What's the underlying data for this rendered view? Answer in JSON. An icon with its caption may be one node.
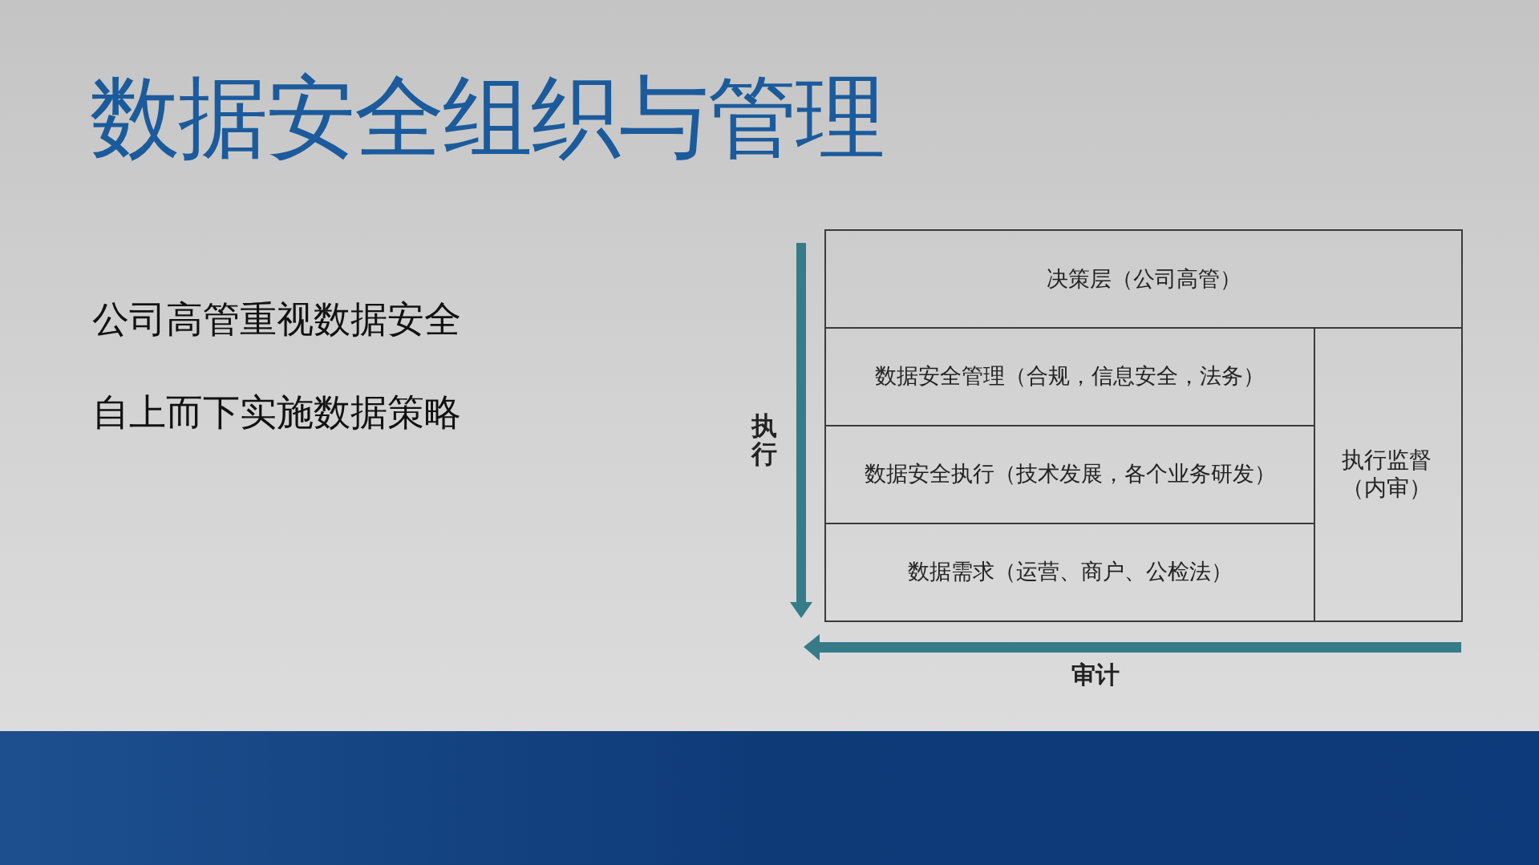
{
  "diagram": {
    "title": "数据安全组织与管理",
    "nodes": [
      {
        "text": [
          "决策层（公司高管）"
        ]
      },
      {
        "text": [
          "数据安全管理（合规，信息安全，法务）"
        ]
      },
      {
        "text": [
          "数据安全执行（技术发展，各个业务研发）"
        ]
      },
      {
        "text": [
          "数据需求（运营、商户、公检法）"
        ]
      },
      {
        "text": [
          "执行监督（内审）"
        ]
      }
    ],
    "labels": [
      "公司高管重视数据安全",
      "自上而下实施数据策略",
      "执行",
      "审计"
    ]
  }
}
